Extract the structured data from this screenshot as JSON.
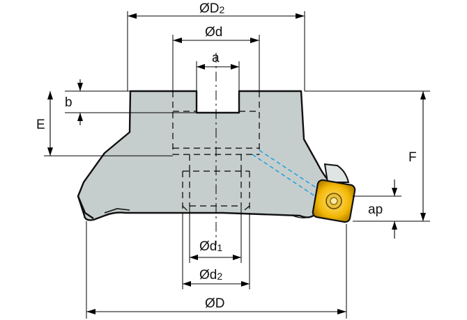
{
  "labels": {
    "D2": "ØD",
    "D2_sub": "2",
    "d": "Ød",
    "a": "a",
    "b": "b",
    "E": "E",
    "F": "F",
    "ap": "ap",
    "d1": "Ød",
    "d1_sub": "1",
    "d2": "Ød",
    "d2_sub": "2",
    "D": "ØD"
  },
  "colors": {
    "body_fill": "#c6cecd",
    "insert_fill": "#f2b705",
    "insert_edge": "#7a5600",
    "coolant_line": "#25a3dc",
    "line": "#000000"
  },
  "icons": {
    "insert": "square-insert-with-screw"
  }
}
